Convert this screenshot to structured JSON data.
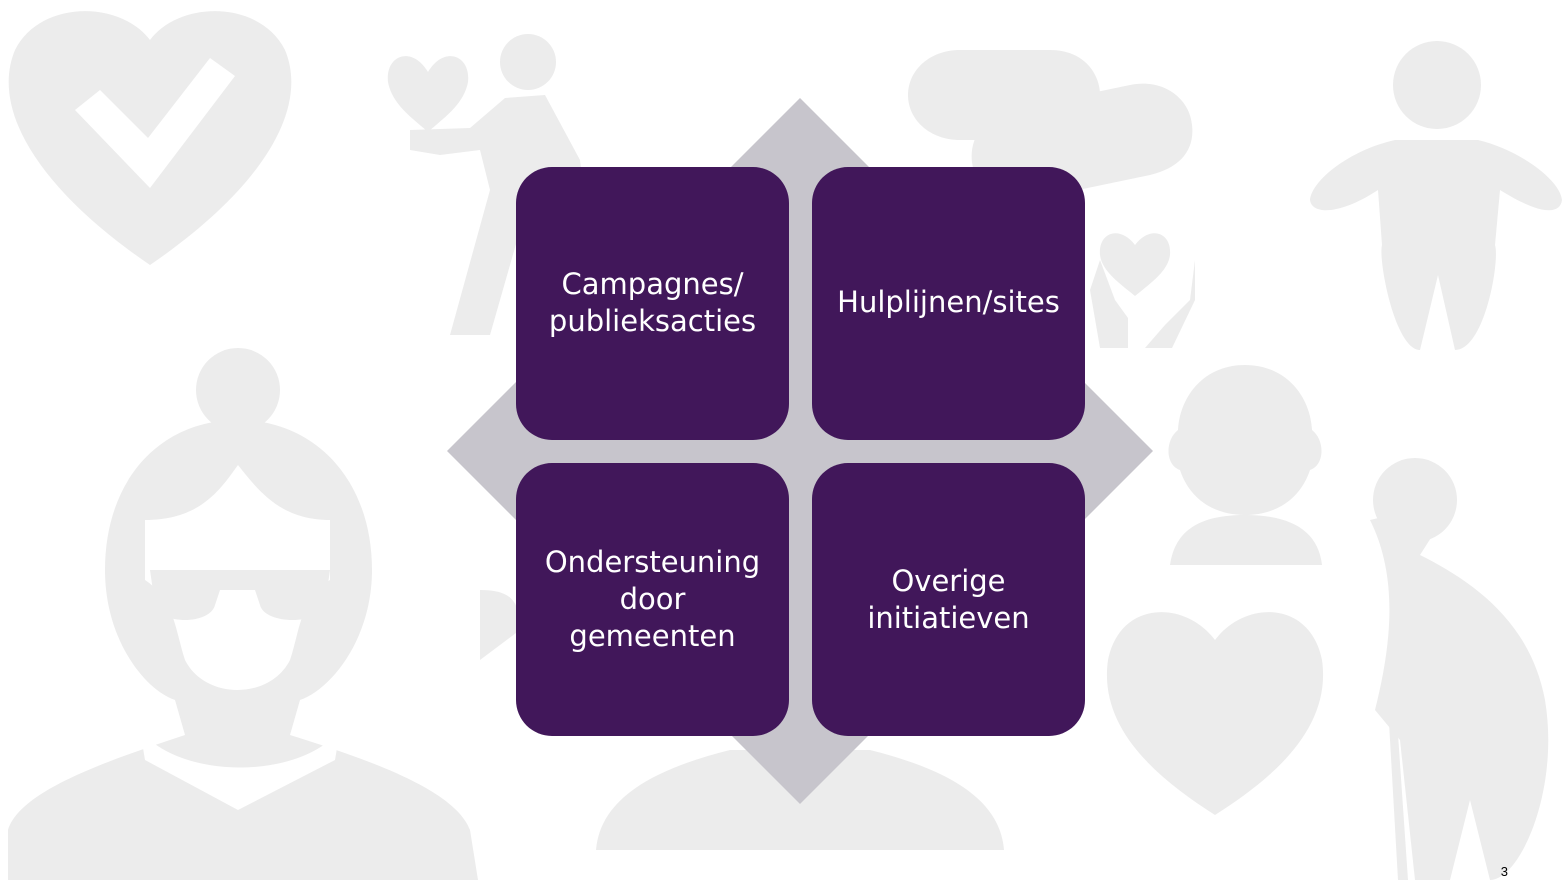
{
  "slide": {
    "page_number": "3",
    "background_icons": [
      "heart-check-icon",
      "person-giving-heart-icon",
      "pills-icon",
      "hands-heart-icon",
      "baby-icon",
      "elderly-woman-icon",
      "toddler-icon",
      "heart-icon",
      "doctor-stethoscope-icon",
      "elderly-man-cane-icon"
    ],
    "colors": {
      "tile": "#41175a",
      "tile_text": "#ffffff",
      "diamond": "#c7c5cc",
      "icons": "#ececec"
    }
  },
  "tiles": [
    {
      "label": "Campagnes/\npublieksacties"
    },
    {
      "label": "Hulplijnen/sites"
    },
    {
      "label": "Ondersteuning\ndoor\ngemeenten"
    },
    {
      "label": "Overige\ninitiatieven"
    }
  ]
}
